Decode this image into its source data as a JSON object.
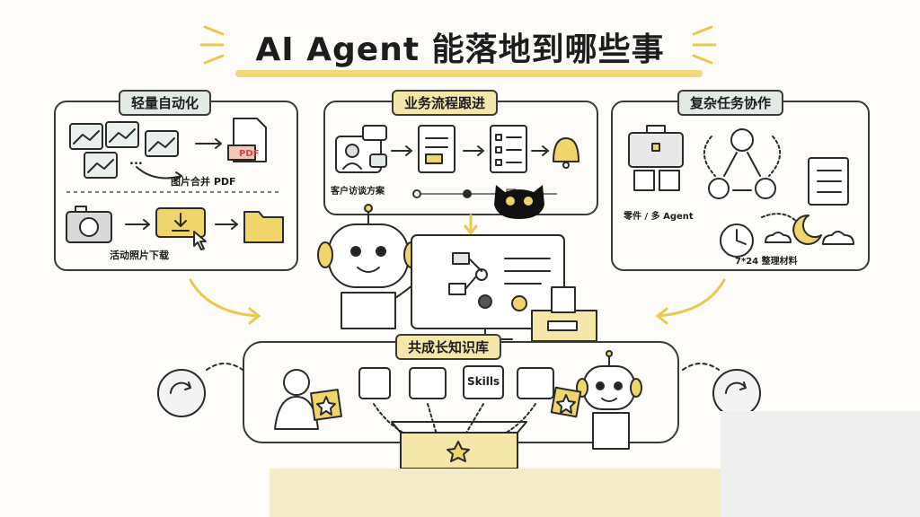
{
  "title": "AI Agent 能落地到哪些事",
  "sections": {
    "light_automation": {
      "tag": "轻量自动化",
      "merge_label": "图片合并 PDF",
      "pdf_badge": "PDF",
      "download_label": "活动照片下载",
      "ellipsis": "..."
    },
    "workflow": {
      "tag": "业务流程跟进",
      "visit_label": "客户访谈方案"
    },
    "complex": {
      "tag": "复杂任务协作",
      "multi_agent_label": "零件 / 多 Agent",
      "schedule_label": "7*24 整理材料"
    },
    "knowledge": {
      "tag": "共成长知识库",
      "skills_label": "Skills"
    }
  },
  "colors": {
    "accent_yellow": "#f0d56a",
    "tag_green": "#e3e9e4",
    "tag_yellow": "#f5e7a9",
    "ink": "#2a2a2a"
  },
  "icons": [
    "image-icon",
    "pdf-file-icon",
    "camera-icon",
    "download-icon",
    "folder-icon",
    "chat-user-icon",
    "document-icon",
    "checklist-icon",
    "bell-icon",
    "briefcase-icon",
    "cube-icon",
    "robot-icon",
    "clock-icon",
    "moon-icon",
    "cloud-icon",
    "user-icon",
    "star-icon",
    "box-icon",
    "refresh-icon"
  ]
}
